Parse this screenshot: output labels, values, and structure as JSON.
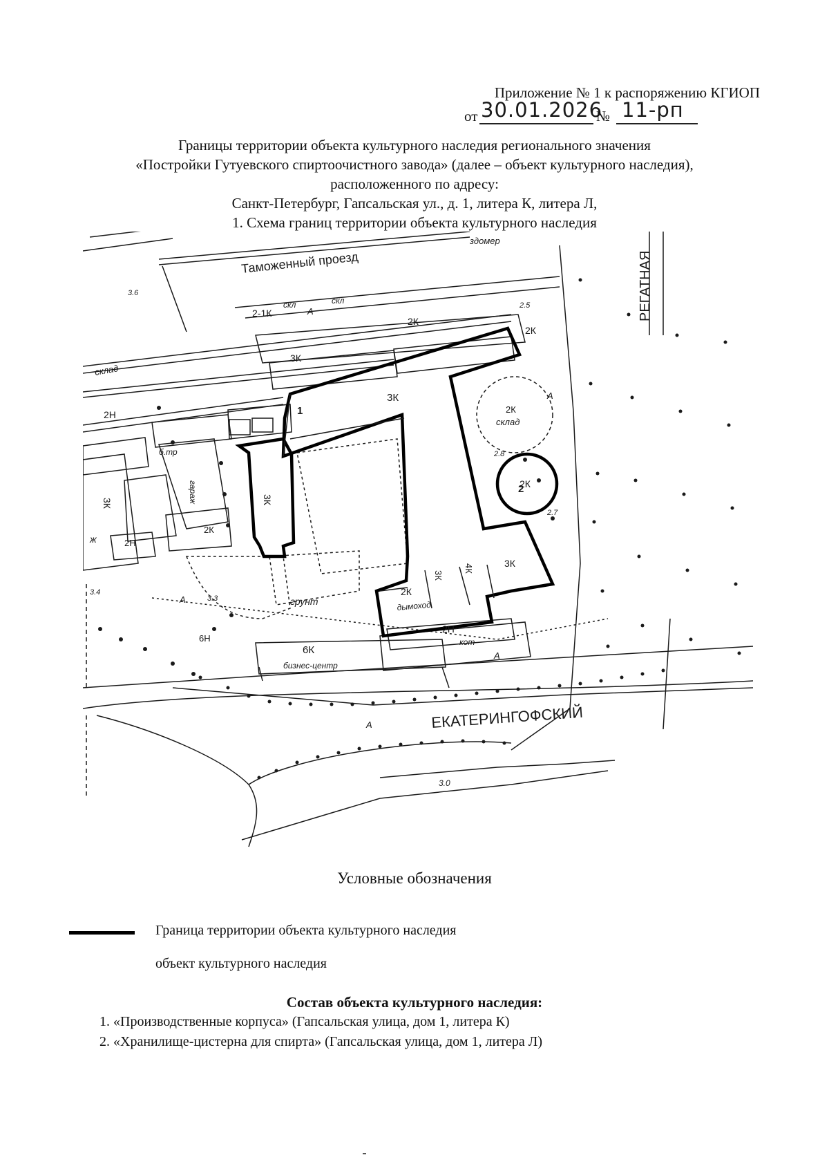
{
  "header": {
    "appendix": "Приложение № 1 к распоряжению КГИОП",
    "from_prefix": "от",
    "date": "30.01.2026",
    "number_sign": "№",
    "number": "11-рп"
  },
  "title": {
    "line1": "Границы территории объекта культурного наследия регионального значения",
    "line2": "«Постройки Гутуевского спиртоочистного завода» (далее – объект культурного наследия),",
    "line3": "расположенного по адресу:",
    "line4": "Санкт-Петербург, Гапсальская ул., д. 1, литера К, литера Л,",
    "line5": "1. Схема границ территории объекта культурного наследия"
  },
  "map": {
    "labels": {
      "customs_street": "Таможенный проезд",
      "sklad": "склад",
      "sklad2": "склад",
      "skl": "скл",
      "skl2": "скл",
      "b_2_1k": "2-1К",
      "b_3k_top": "3К",
      "b_2k_top": "2К",
      "b_3k_main": "3К",
      "b_2k_east": "2К",
      "b_2k_sklad": "2К",
      "b_2k_tank": "2К",
      "b_3k_west": "3К",
      "b_3k_se": "3К",
      "b_4k": "4К",
      "b_3k_s": "3К",
      "b_2k_s": "2К",
      "b_2n_w": "2Н",
      "b_3k_w": "3К",
      "b_2n_sw": "2Н",
      "b_2n_s": "2Н",
      "b_6k": "6К",
      "b_6n": "6Н",
      "b_2k_w": "2К",
      "business": "бизнес-центр",
      "grunt": "грунт",
      "dymohod": "дымоход",
      "garage": "гараж",
      "btr": "б.тр",
      "kot": "кот",
      "regatta": "РЕГАТНАЯ",
      "ekaterin": "ЕКАТЕРИНГОФСКИЙ",
      "arrow_n": "ж",
      "zdomer": "здомер",
      "marker_1": "1",
      "marker_2": "2",
      "alt_33": "3.3",
      "alt_34": "3.4",
      "alt_30": "3.0",
      "alt_25": "2.5",
      "alt_28": "2.8",
      "alt_27": "2.7",
      "alt_36": "3.6",
      "alt_letter_a": "А"
    },
    "colors": {
      "ink": "#1a1a1a",
      "boundary": "#000000"
    }
  },
  "legend": {
    "title": "Условные обозначения",
    "boundary": "Граница территории объекта культурного наследия",
    "object": "объект культурного наследия"
  },
  "composition": {
    "title": "Состав объекта культурного наследия:",
    "items": [
      "1. «Производственные корпуса» (Гапсальская улица, дом 1, литера К)",
      "2. «Хранилище-цистерна для спирта» (Гапсальская улица, дом 1, литера Л)"
    ]
  }
}
